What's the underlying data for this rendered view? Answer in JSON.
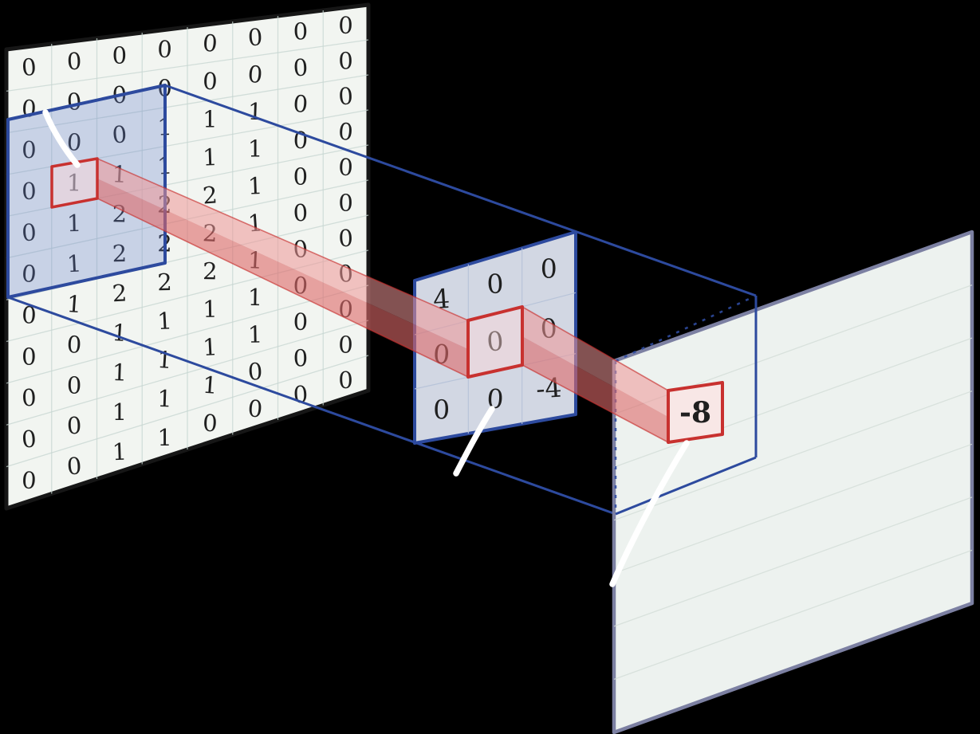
{
  "diagram": {
    "input_feature_map": {
      "rows": 11,
      "cols": 8,
      "matrix": [
        [
          0,
          0,
          0,
          0,
          0,
          0,
          0,
          0
        ],
        [
          0,
          0,
          0,
          0,
          0,
          0,
          0,
          0
        ],
        [
          0,
          0,
          0,
          1,
          1,
          1,
          0,
          0
        ],
        [
          0,
          1,
          1,
          1,
          1,
          1,
          0,
          0
        ],
        [
          0,
          1,
          2,
          2,
          2,
          1,
          0,
          0
        ],
        [
          0,
          1,
          2,
          2,
          2,
          1,
          0,
          0
        ],
        [
          0,
          1,
          2,
          2,
          2,
          1,
          0,
          0
        ],
        [
          0,
          0,
          1,
          1,
          1,
          1,
          0,
          0
        ],
        [
          0,
          0,
          1,
          1,
          1,
          1,
          0,
          0
        ],
        [
          0,
          0,
          1,
          1,
          1,
          0,
          0,
          0
        ],
        [
          0,
          0,
          1,
          1,
          0,
          0,
          0,
          0
        ]
      ],
      "highlight_cell": {
        "row": 3,
        "col": 1,
        "value": 1
      },
      "receptive_field": {
        "row_start": 2,
        "col_start": 0,
        "rows": 3,
        "cols": 3
      }
    },
    "kernel": {
      "rows": 3,
      "cols": 3,
      "matrix": [
        [
          4,
          0,
          0
        ],
        [
          0,
          0,
          0
        ],
        [
          0,
          0,
          -4
        ]
      ],
      "highlight_cell": {
        "row": 1,
        "col": 1,
        "value": 0
      }
    },
    "output_feature_map": {
      "highlight_value": "-8"
    },
    "annotations": [
      "input-cell-pointer-arrow",
      "kernel-pointer-arrow",
      "output-cell-pointer-arrow"
    ],
    "colors": {
      "background": "#000000",
      "input_panel_fill": "#f2f5f1",
      "input_panel_border": "#161616",
      "grid_line": "#c7d6d1",
      "kernel_grid_line": "#b6c2d8",
      "digit": "#1f1f1f",
      "blue": "#2d4a9e",
      "patch_fill": "rgba(104,128,204,0.30)",
      "kernel_panel_fill": "#dde3ef",
      "output_panel_fill": "#edf2ef",
      "output_panel_border": "#7c80a2",
      "output_texture_line": "#d3ddd8",
      "red": "#c8312f",
      "beam_top": "rgba(238,150,150,0.55)",
      "beam_bottom": "rgba(222,105,105,0.60)",
      "highlight_cell_tint": "rgba(255,215,215,0.45)",
      "output_cell_fill": "#f8e7e6",
      "arrow": "#ffffff"
    }
  }
}
